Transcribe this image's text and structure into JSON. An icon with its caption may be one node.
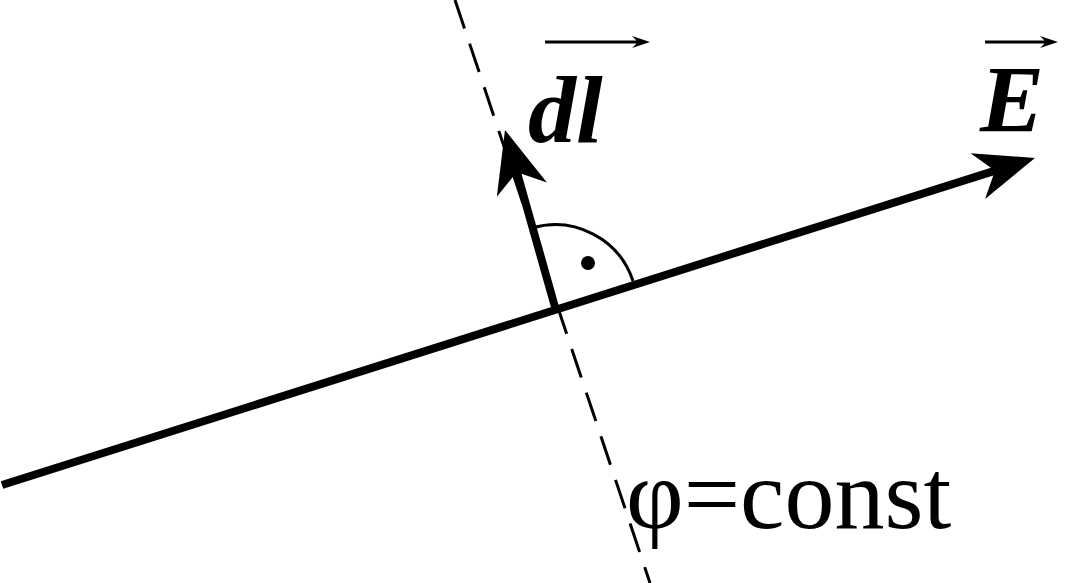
{
  "diagram": {
    "labels": [
      "dl",
      "E",
      "φ=const"
    ]
  }
}
